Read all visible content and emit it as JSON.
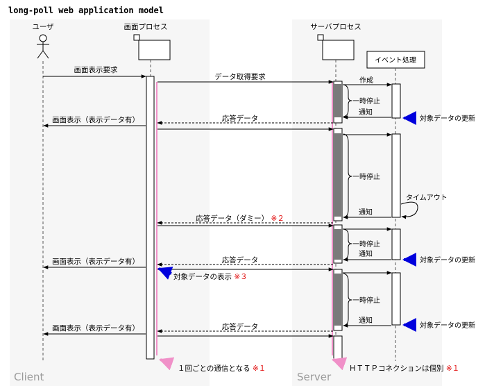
{
  "title": "long-poll web application model",
  "zones": {
    "client": "Client",
    "server": "Server"
  },
  "lifelines": {
    "user": "ユーザ",
    "screen_process": "画面プロセス",
    "server_process": "サーバプロセス",
    "event": "イベント処理"
  },
  "messages": {
    "screen_request": "画面表示要求",
    "data_request": "データ取得要求",
    "create": "作成",
    "pause": "一時停止",
    "notify": "通知",
    "update": "対象データの更新",
    "response": "応答データ",
    "display": "画面表示（表示データ有）",
    "timeout": "タイムアウト",
    "dummy_response": "応答データ（ダミー）",
    "show_target": "対象データの表示",
    "per_request": "１回ごとの通信となる",
    "http_separate": "ＨＴＴＰコネクションは個別"
  },
  "notes": {
    "mark1": "※１",
    "mark2": "※２",
    "mark3": "※３"
  },
  "colors": {
    "accent_blue": "#0000dd",
    "pink": "#f090c8",
    "zone_bg": "#f6f6f6",
    "activation_dark": "#7a7a7a",
    "note_red": "#e00000"
  }
}
